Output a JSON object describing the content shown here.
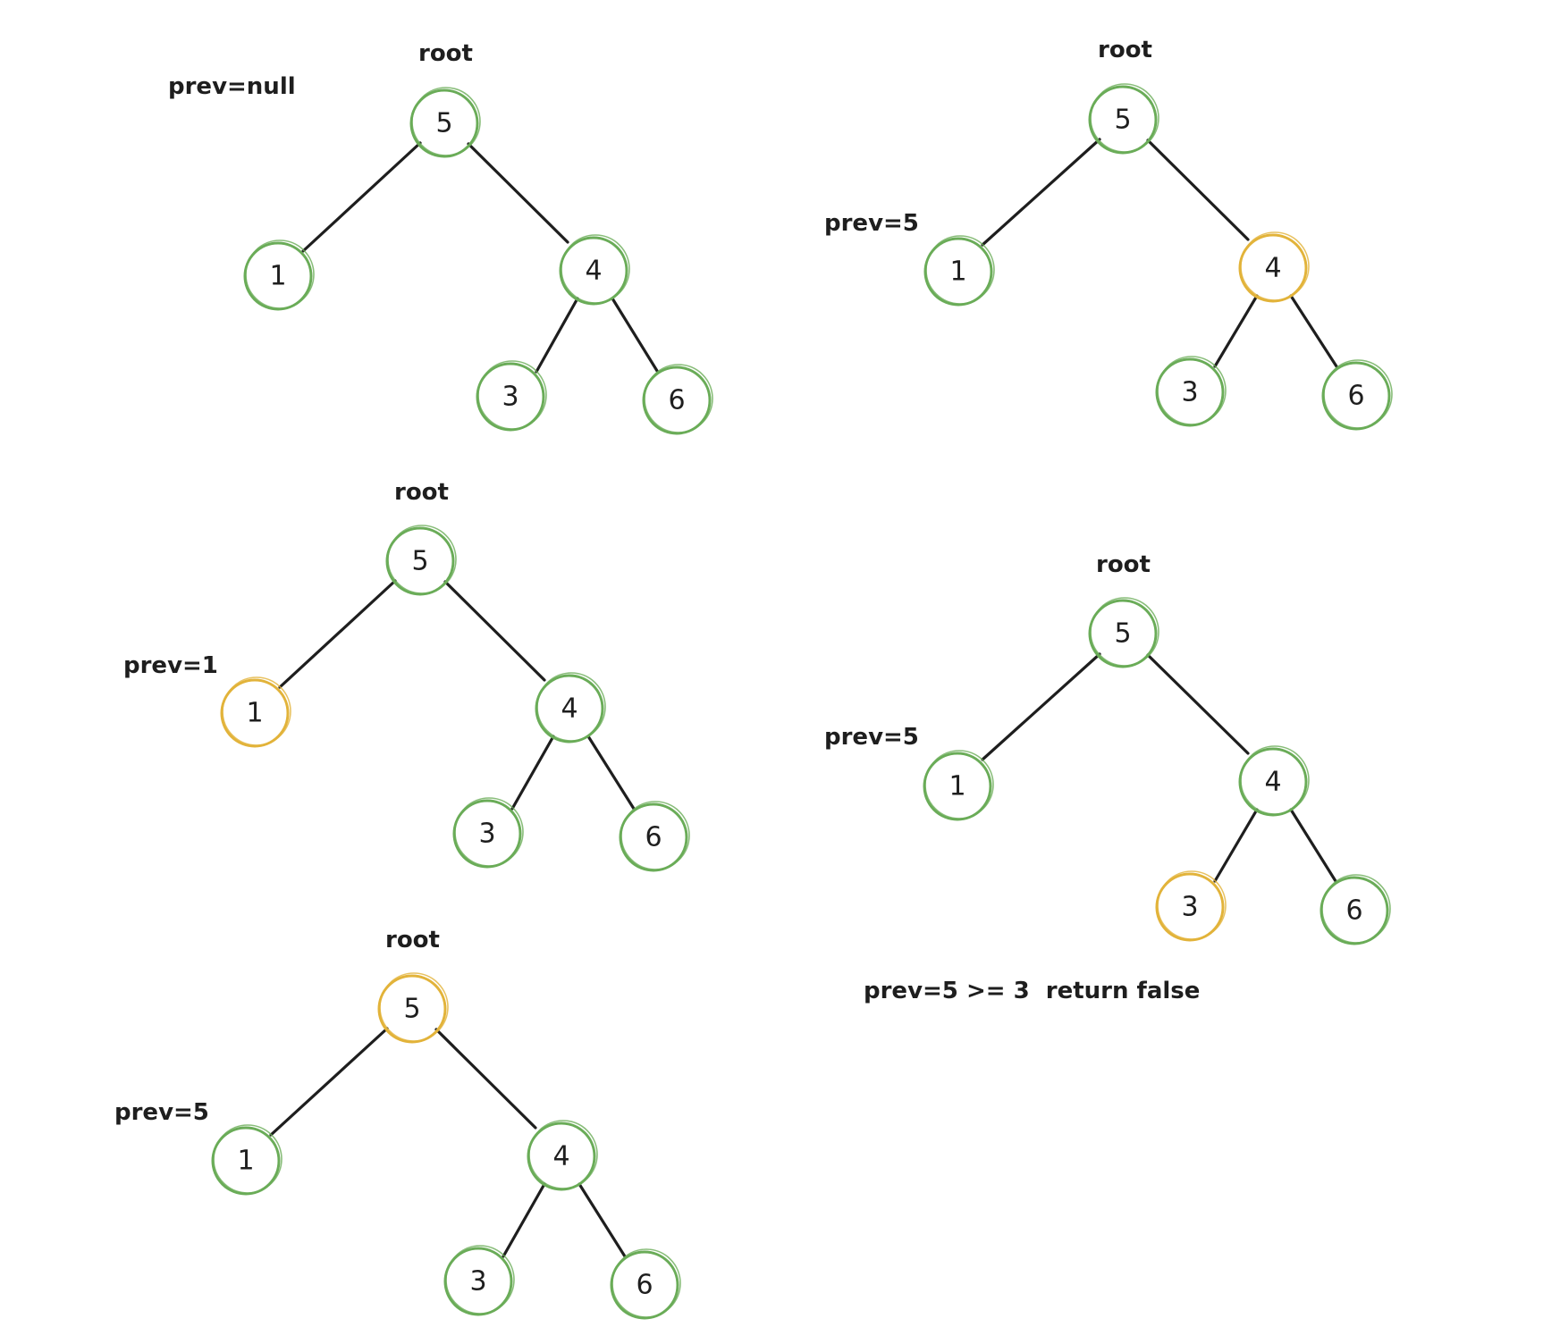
{
  "colors": {
    "default": "#6aac58",
    "current": "#e2b33a",
    "edge": "#1e1e1e"
  },
  "panels": [
    {
      "root_label": "root",
      "prev_label": "prev=null",
      "nodes": {
        "a": "5",
        "b": "1",
        "c": "4",
        "d": "3",
        "e": "6"
      },
      "highlight": ""
    },
    {
      "root_label": "root",
      "prev_label": "prev=5",
      "nodes": {
        "a": "5",
        "b": "1",
        "c": "4",
        "d": "3",
        "e": "6"
      },
      "highlight": "c"
    },
    {
      "root_label": "root",
      "prev_label": "prev=1",
      "nodes": {
        "a": "5",
        "b": "1",
        "c": "4",
        "d": "3",
        "e": "6"
      },
      "highlight": "b"
    },
    {
      "root_label": "root",
      "prev_label": "prev=5",
      "nodes": {
        "a": "5",
        "b": "1",
        "c": "4",
        "d": "3",
        "e": "6"
      },
      "highlight": "d"
    },
    {
      "root_label": "root",
      "prev_label": "prev=5",
      "nodes": {
        "a": "5",
        "b": "1",
        "c": "4",
        "d": "3",
        "e": "6"
      },
      "highlight": "a"
    }
  ],
  "note": "prev=5 >= 3  return false"
}
